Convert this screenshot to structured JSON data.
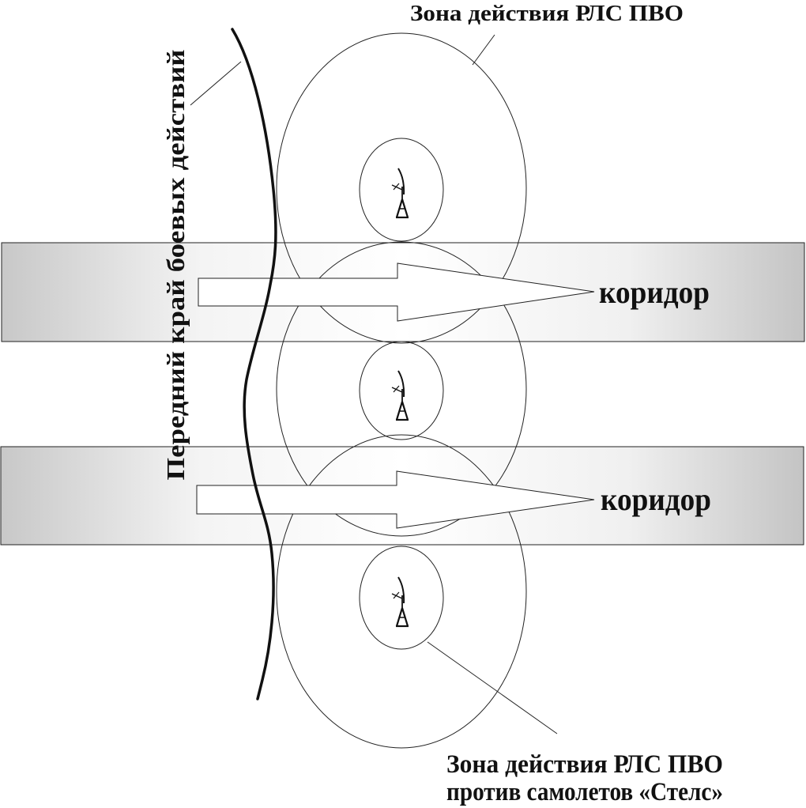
{
  "labels": {
    "zone_top": "Зона действия РЛС ПВО",
    "front_line": "Передний край боевых действий",
    "corridor_1": "коридор",
    "corridor_2": "коридор",
    "zone_stealth_line1": "Зона действия РЛС ПВО",
    "zone_stealth_line2": "против самолетов «Стелс»"
  },
  "colors": {
    "ink": "#111111",
    "corridor_edge": "#c8c8c8",
    "corridor_center": "#ffffff",
    "zone_stroke": "#222222"
  },
  "icons": {
    "radar_station": "radar-antenna-icon"
  }
}
